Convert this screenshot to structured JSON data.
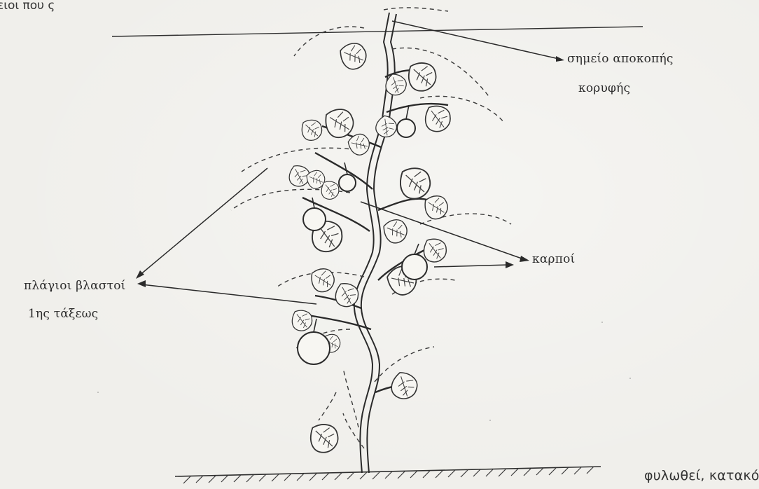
{
  "figure": {
    "labels": {
      "top_cut_point_line1": "σημείο αποκοπής",
      "top_cut_point_line2": "κορυφής",
      "fruits": "καρποί",
      "side_shoots_line1": "πλάγιοι βλαστοί",
      "side_shoots_line2": "1ης τάξεως"
    },
    "page_fragments": {
      "top_left": "ειοι που ς",
      "bottom_right": "φυλωθεί, κατακό"
    }
  }
}
